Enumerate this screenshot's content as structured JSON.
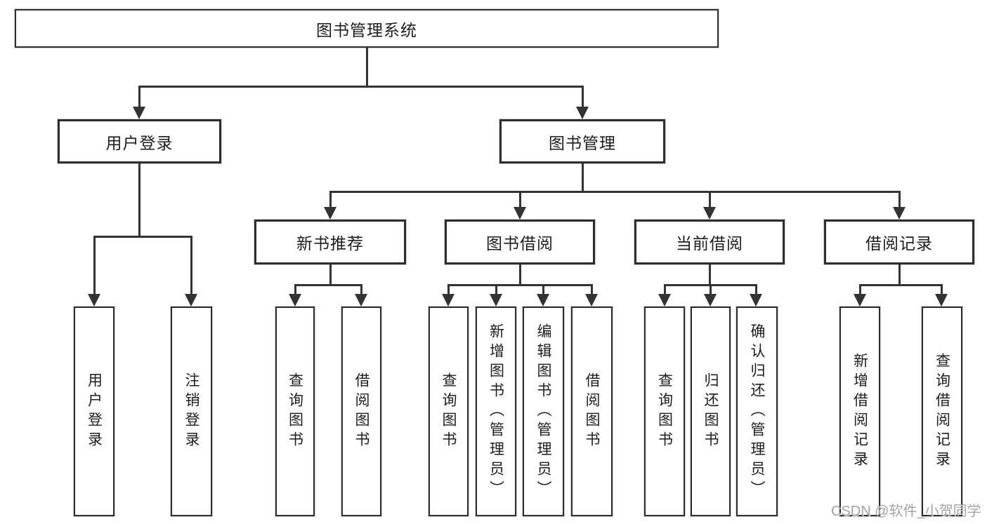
{
  "diagram": {
    "root": {
      "label": "图书管理系统"
    },
    "branches": [
      {
        "label": "用户登录",
        "children": [
          {
            "label": "用户登录"
          },
          {
            "label": "注销登录"
          }
        ]
      },
      {
        "label": "图书管理",
        "groups": [
          {
            "label": "新书推荐",
            "children": [
              {
                "label": "查询图书"
              },
              {
                "label": "借阅图书"
              }
            ]
          },
          {
            "label": "图书借阅",
            "children": [
              {
                "label": "查询图书"
              },
              {
                "label": "新增图书（管理员）"
              },
              {
                "label": "编辑图书（管理员）"
              },
              {
                "label": "借阅图书"
              }
            ]
          },
          {
            "label": "当前借阅",
            "children": [
              {
                "label": "查询图书"
              },
              {
                "label": "归还图书"
              },
              {
                "label": "确认归还（管理员）"
              }
            ]
          },
          {
            "label": "借阅记录",
            "children": [
              {
                "label": "新增借阅记录"
              },
              {
                "label": "查询借阅记录"
              }
            ]
          }
        ]
      }
    ],
    "watermark": "CSDN @软件_小贺同学",
    "colors": {
      "line": "#333333",
      "border": "#2e2e2e",
      "text": "#1d1d1d",
      "watermark": "#9e9e9e",
      "background": "#ffffff"
    }
  }
}
